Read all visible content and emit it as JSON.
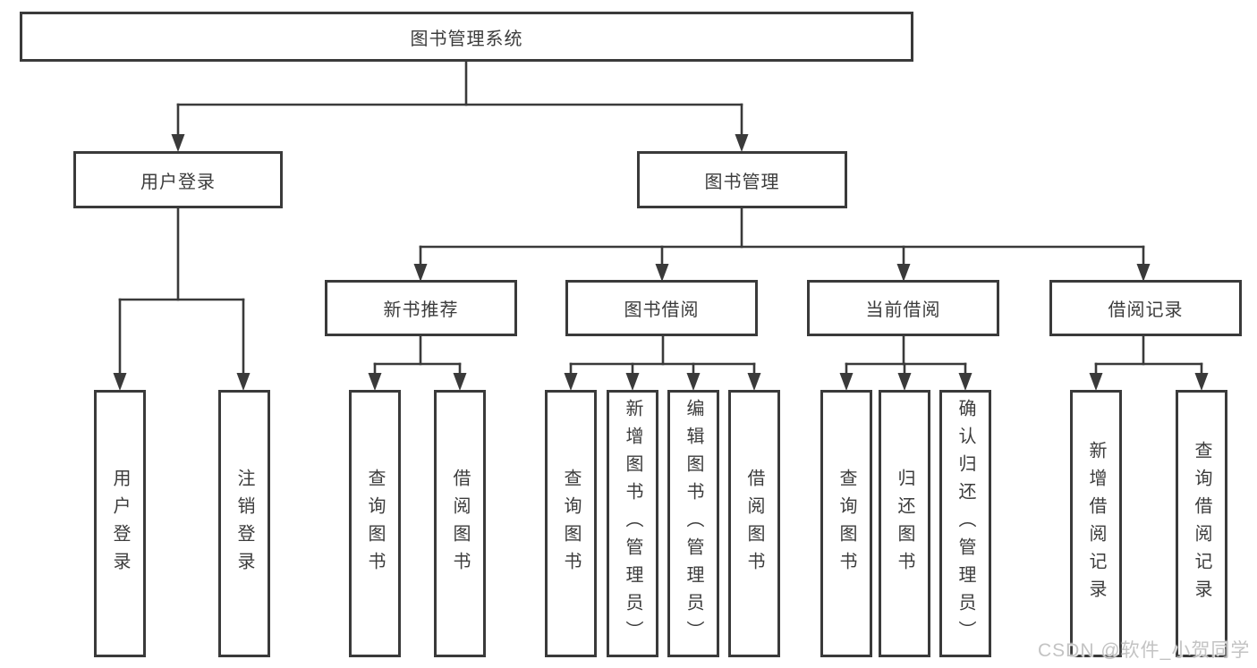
{
  "diagram": {
    "root": {
      "label": "图书管理系统",
      "children": [
        {
          "label": "用户登录",
          "children": [
            {
              "label": "用户登录"
            },
            {
              "label": "注销登录"
            }
          ]
        },
        {
          "label": "图书管理",
          "children": [
            {
              "label": "新书推荐",
              "children": [
                {
                  "label": "查询图书"
                },
                {
                  "label": "借阅图书"
                }
              ]
            },
            {
              "label": "图书借阅",
              "children": [
                {
                  "label": "查询图书"
                },
                {
                  "label": "新增图书（管理员）"
                },
                {
                  "label": "编辑图书（管理员）"
                },
                {
                  "label": "借阅图书"
                }
              ]
            },
            {
              "label": "当前借阅",
              "children": [
                {
                  "label": "查询图书"
                },
                {
                  "label": "归还图书"
                },
                {
                  "label": "确认归还（管理员）"
                }
              ]
            },
            {
              "label": "借阅记录",
              "children": [
                {
                  "label": "新增借阅记录"
                },
                {
                  "label": "查询借阅记录"
                }
              ]
            }
          ]
        }
      ]
    },
    "line_color": "#3a3a3a",
    "box_background": "#ffffff",
    "text_color": "#3c3c3c"
  },
  "watermark": {
    "text": "CSDN @软件_小贺同学",
    "color": "#c3c3c3"
  }
}
